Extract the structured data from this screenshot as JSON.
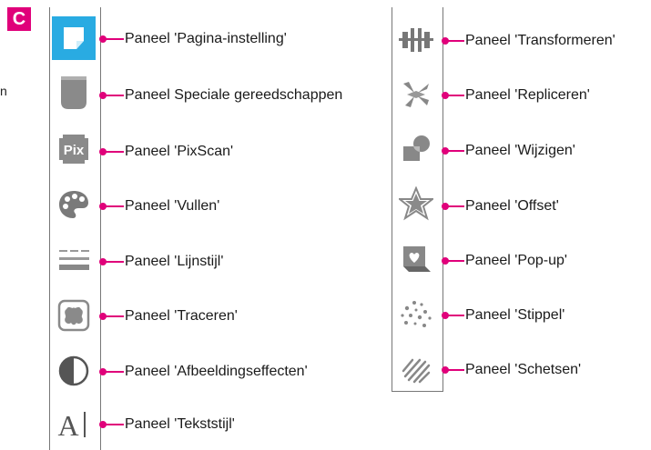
{
  "badge": "C",
  "stray_char": "n",
  "accent": "#e0007a",
  "active_color": "#29abe2",
  "icon_color": "#888888",
  "left_panels": [
    {
      "label": "Paneel 'Pagina-instelling'",
      "icon": "page-setup-icon"
    },
    {
      "label": "Paneel Speciale gereedschappen",
      "icon": "special-tools-icon"
    },
    {
      "label": "Paneel 'PixScan'",
      "icon": "pixscan-icon",
      "icon_text": "Pix"
    },
    {
      "label": "Paneel 'Vullen'",
      "icon": "fill-palette-icon"
    },
    {
      "label": "Paneel 'Lijnstijl'",
      "icon": "line-style-icon"
    },
    {
      "label": "Paneel 'Traceren'",
      "icon": "trace-icon"
    },
    {
      "label": "Paneel 'Afbeeldingseffecten'",
      "icon": "image-effects-icon"
    },
    {
      "label": "Paneel 'Tekststijl'",
      "icon": "text-style-icon",
      "icon_text": "A"
    }
  ],
  "right_panels": [
    {
      "label": "Paneel 'Transformeren'",
      "icon": "transform-icon"
    },
    {
      "label": "Paneel 'Repliceren'",
      "icon": "replicate-icon"
    },
    {
      "label": "Paneel 'Wijzigen'",
      "icon": "modify-icon"
    },
    {
      "label": "Paneel 'Offset'",
      "icon": "offset-star-icon"
    },
    {
      "label": "Paneel 'Pop-up'",
      "icon": "popup-icon"
    },
    {
      "label": "Paneel 'Stippel'",
      "icon": "stipple-icon"
    },
    {
      "label": "Paneel 'Schetsen'",
      "icon": "sketch-icon"
    }
  ]
}
